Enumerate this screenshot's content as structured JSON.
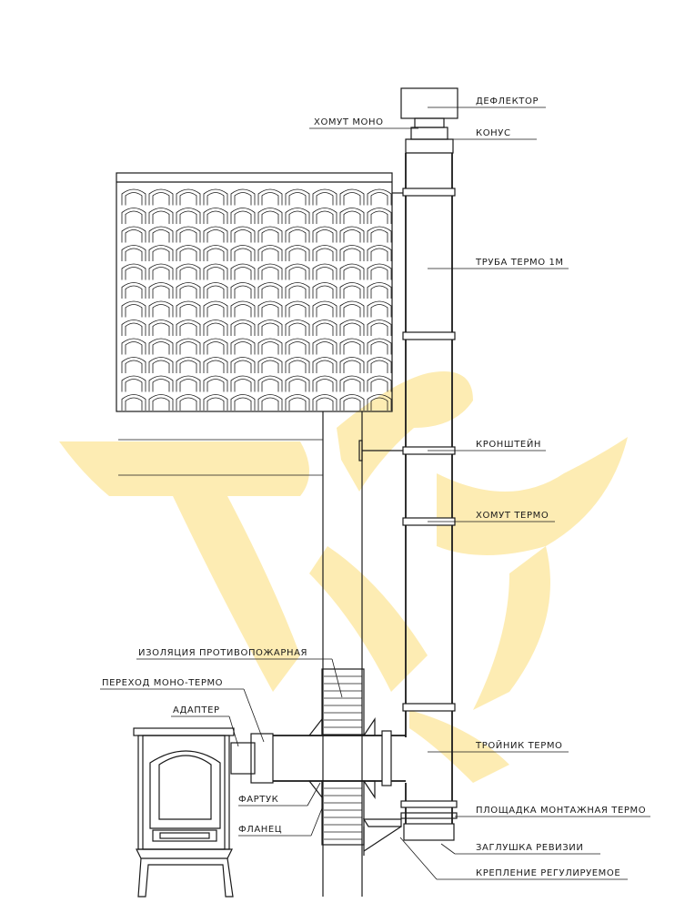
{
  "labels": {
    "deflector": "ДЕФЛЕКТОР",
    "clamp_mono": "ХОМУТ МОНО",
    "cone": "КОНУС",
    "pipe_thermo": "ТРУБА ТЕРМО 1М",
    "bracket": "КРОНШТЕЙН",
    "clamp_thermo": "ХОМУТ ТЕРМО",
    "fire_insulation": "ИЗОЛЯЦИЯ ПРОТИВОПОЖАРНАЯ",
    "adapter_mono_thermo": "ПЕРЕХОД МОНО-ТЕРМО",
    "adapter": "АДАПТЕР",
    "tee_thermo": "ТРОЙНИК ТЕРМО",
    "apron": "ФАРТУК",
    "flange": "ФЛАНЕЦ",
    "mount_platform": "ПЛОЩАДКА МОНТАЖНАЯ ТЕРМО",
    "revision_cap": "ЗАГЛУШКА РЕВИЗИИ",
    "adjustable_mount": "КРЕПЛЕНИЕ РЕГУЛИРУЕМОЕ"
  },
  "colors": {
    "line": "#1a1a1a",
    "watermark": "#fde9a6"
  }
}
